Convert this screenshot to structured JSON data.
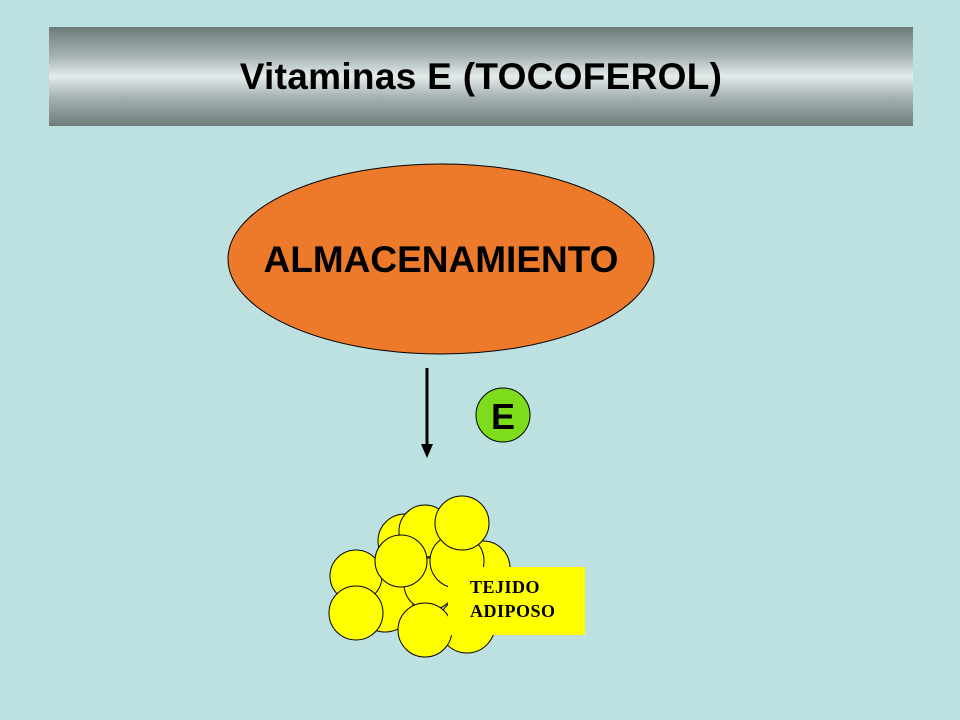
{
  "title": "Vitaminas E (TOCOFEROL)",
  "storage_label": "ALMACENAMIENTO",
  "vitamin_label": "E",
  "tissue_label": {
    "line1": "TEJIDO",
    "line2": "ADIPOSO"
  },
  "colors": {
    "background": "#bde1e1",
    "storage_ellipse": "#ed7a2b",
    "vitamin_circle": "#7ddd1c",
    "fat_cells": "#ffff00",
    "tissue_label_bg": "#ffff00"
  }
}
